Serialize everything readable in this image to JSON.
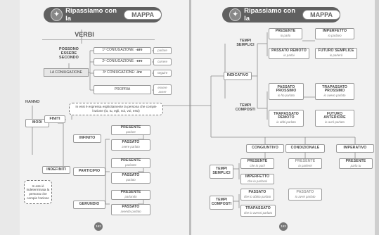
{
  "left": {
    "banner": "Ripassiamo con la",
    "banner_map": "MAPPA",
    "verbi": "VERBI",
    "possono": "POSSONO ESSERE SECONDO",
    "coniugazione": "LA CONIUGAZIONE",
    "conj": [
      {
        "label": "1ª CONIUGAZIONE:",
        "ending": "-are",
        "example": "parlare"
      },
      {
        "label": "2ª CONIUGAZIONE:",
        "ending": "-ere",
        "example": "correre"
      },
      {
        "label": "3ª CONIUGAZIONE:",
        "ending": "-ire",
        "example": "seguire"
      }
    ],
    "propria": "PROPRIA",
    "propria_ex": "essere avere",
    "hanno": "HANNO",
    "modi": "MODI",
    "finiti": "FINITI",
    "finiti_note": "In essi è espressa esplicitamente la persona che compie l'azione (io, tu, egli, noi, voi, essi)",
    "indefiniti": "INDEFINITI",
    "indefiniti_note": "In essi è indeterminata la persona che compie l'azione",
    "infinito": "INFINITO",
    "participio": "PARTICIPIO",
    "gerundio": "GERUNDIO",
    "inf_presente": "PRESENTE",
    "inf_presente_ex": "parlare",
    "inf_passato": "PASSATO",
    "inf_passato_ex": "avere parlato",
    "part_presente": "PRESENTE",
    "part_presente_ex": "parlante",
    "part_passato": "PASSATO",
    "part_passato_ex": "parlato",
    "ger_presente": "PRESENTE",
    "ger_presente_ex": "parlando",
    "ger_passato": "PASSATO",
    "ger_passato_ex": "avendo parlato",
    "page": "162"
  },
  "right": {
    "banner": "Ripassiamo con la",
    "banner_map": "MAPPA",
    "indicativo": "INDICATIVO",
    "tempi_semplici": "TEMPI SEMPLICI",
    "tempi_composti": "TEMPI COMPOSTI",
    "presente": "PRESENTE",
    "presente_ex": "io parlo",
    "imperfetto": "IMPERFETTO",
    "imperfetto_ex": "io parlavo",
    "passato_remoto": "PASSATO REMOTO",
    "passato_remoto_ex": "io parlai",
    "futuro_semplice": "FUTURO SEMPLICE",
    "futuro_semplice_ex": "io parlerò",
    "passato_prossimo": "PASSATO PROSSIMO",
    "passato_prossimo_ex": "io ho parlato",
    "trapassato_prossimo": "TRAPASSATO PROSSIMO",
    "trapassato_prossimo_ex": "io avevo parlato",
    "trapassato_remoto": "TRAPASSATO REMOTO",
    "trapassato_remoto_ex": "io ebbi parlato",
    "futuro_anteriore": "FUTURO ANTERIORE",
    "futuro_anteriore_ex": "io avrò parlato",
    "congiuntivo": "CONGIUNTIVO",
    "condizionale": "CONDIZIONALE",
    "imperativo": "IMPERATIVO",
    "tempi_semplici_2": "TEMPI SEMPLICI",
    "tempi_composti_2": "TEMPI COMPOSTI",
    "cong_presente": "PRESENTE",
    "cong_presente_ex": "che io parli",
    "cond_presente": "PRESENTE",
    "cond_presente_ex": "io parlerei",
    "imp_presente": "PRESENTE",
    "imp_presente_ex": "parla tu",
    "cong_imperfetto": "IMPERFETTO",
    "cong_imperfetto_ex": "che io parlassi",
    "cong_passato": "PASSATO",
    "cong_passato_ex": "che io abbia parlato",
    "cond_passato": "PASSATO",
    "cond_passato_ex": "io avrei parlato",
    "cong_trapassato": "TRAPASSATO",
    "cong_trapassato_ex": "che io avessi parlato",
    "page": "163"
  }
}
